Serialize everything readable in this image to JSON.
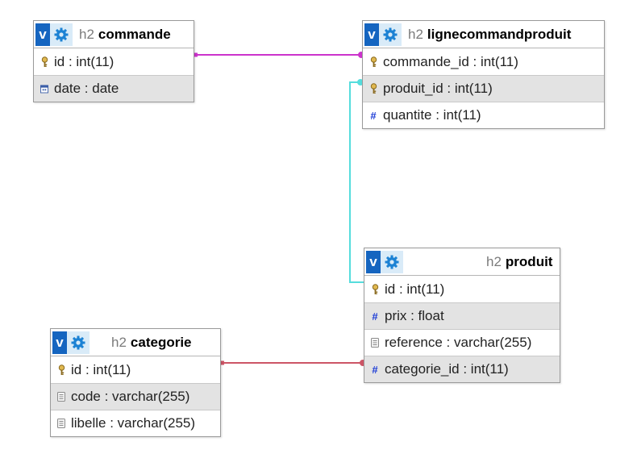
{
  "colors": {
    "v_button": "#1565c0",
    "gear_bg": "#d9ebf8",
    "gear": "#1c82d4",
    "rel_commande": "#cc33cc",
    "rel_produit": "#55dddd",
    "rel_categorie": "#cc5566",
    "alt_row": "#e3e3e3"
  },
  "tables": [
    {
      "id": "commande",
      "badge": "v",
      "db": "h2",
      "name": "commande",
      "columns": [
        {
          "icon": "key-icon",
          "text": "id : int(11)"
        },
        {
          "icon": "date-icon",
          "text": "date : date"
        }
      ]
    },
    {
      "id": "lignecommandproduit",
      "badge": "v",
      "db": "h2",
      "name": "lignecommandproduit",
      "columns": [
        {
          "icon": "key-icon",
          "text": "commande_id : int(11)"
        },
        {
          "icon": "key-icon",
          "text": "produit_id : int(11)"
        },
        {
          "icon": "hash-icon",
          "text": "quantite : int(11)"
        }
      ]
    },
    {
      "id": "produit",
      "badge": "v",
      "db": "h2",
      "name": "produit",
      "columns": [
        {
          "icon": "key-icon",
          "text": "id : int(11)"
        },
        {
          "icon": "hash-icon",
          "text": "prix : float"
        },
        {
          "icon": "text-icon",
          "text": "reference : varchar(255)"
        },
        {
          "icon": "hash-icon",
          "text": "categorie_id : int(11)"
        }
      ]
    },
    {
      "id": "categorie",
      "badge": "v",
      "db": "h2",
      "name": "categorie",
      "columns": [
        {
          "icon": "key-icon",
          "text": "id : int(11)"
        },
        {
          "icon": "text-icon",
          "text": "code : varchar(255)"
        },
        {
          "icon": "text-icon",
          "text": "libelle : varchar(255)"
        }
      ]
    }
  ],
  "relations": [
    {
      "from": "commande.id",
      "to": "lignecommandproduit.commande_id",
      "color": "#cc33cc"
    },
    {
      "from": "produit.id",
      "to": "lignecommandproduit.produit_id",
      "color": "#55dddd"
    },
    {
      "from": "categorie.id",
      "to": "produit.categorie_id",
      "color": "#cc5566"
    }
  ]
}
